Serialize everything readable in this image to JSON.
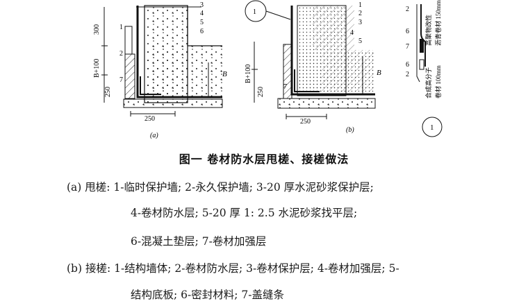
{
  "figure": {
    "a": {
      "sublabel": "(a)",
      "dim_300": "300",
      "dim_b100": "B+100",
      "dim_250v": "250",
      "dim_250h": "250",
      "dim_B": "B",
      "n1": "1",
      "n2": "2",
      "n7": "7",
      "n3": "3",
      "n4": "4",
      "n5": "5",
      "n6": "6"
    },
    "b": {
      "sublabel": "(b)",
      "dim_b100": "B+100",
      "dim_250v": "250",
      "dim_250h": "250",
      "dim_B": "B",
      "n1": "1",
      "n2": "2",
      "n3": "3",
      "n4": "4",
      "n5": "5",
      "n7": "7",
      "circle1": "1"
    },
    "detail": {
      "n2top": "2",
      "n6a": "6",
      "n7": "7",
      "n6b": "6",
      "n2bot": "2",
      "text_1": "合成高分子",
      "text_2": "卷材 100mm",
      "text_3": "沥青卷材 150mm",
      "text_4": "高聚物改性",
      "circle": "1"
    }
  },
  "caption": "图一  卷材防水层甩槎、接槎做法",
  "legend": {
    "a_line1": "(a) 甩槎: 1-临时保护墙; 2-永久保护墙; 3-20 厚水泥砂浆保护层;",
    "a_line2": "4-卷材防水层; 5-20 厚 1: 2.5 水泥砂浆找平层;",
    "a_line3": "6-混凝土垫层; 7-卷材加强层",
    "b_line1": "(b) 接槎: 1-结构墙体; 2-卷材防水层; 3-卷材保护层; 4-卷材加强层; 5-",
    "b_line2": "结构底板; 6-密封材料; 7-盖缝条"
  }
}
